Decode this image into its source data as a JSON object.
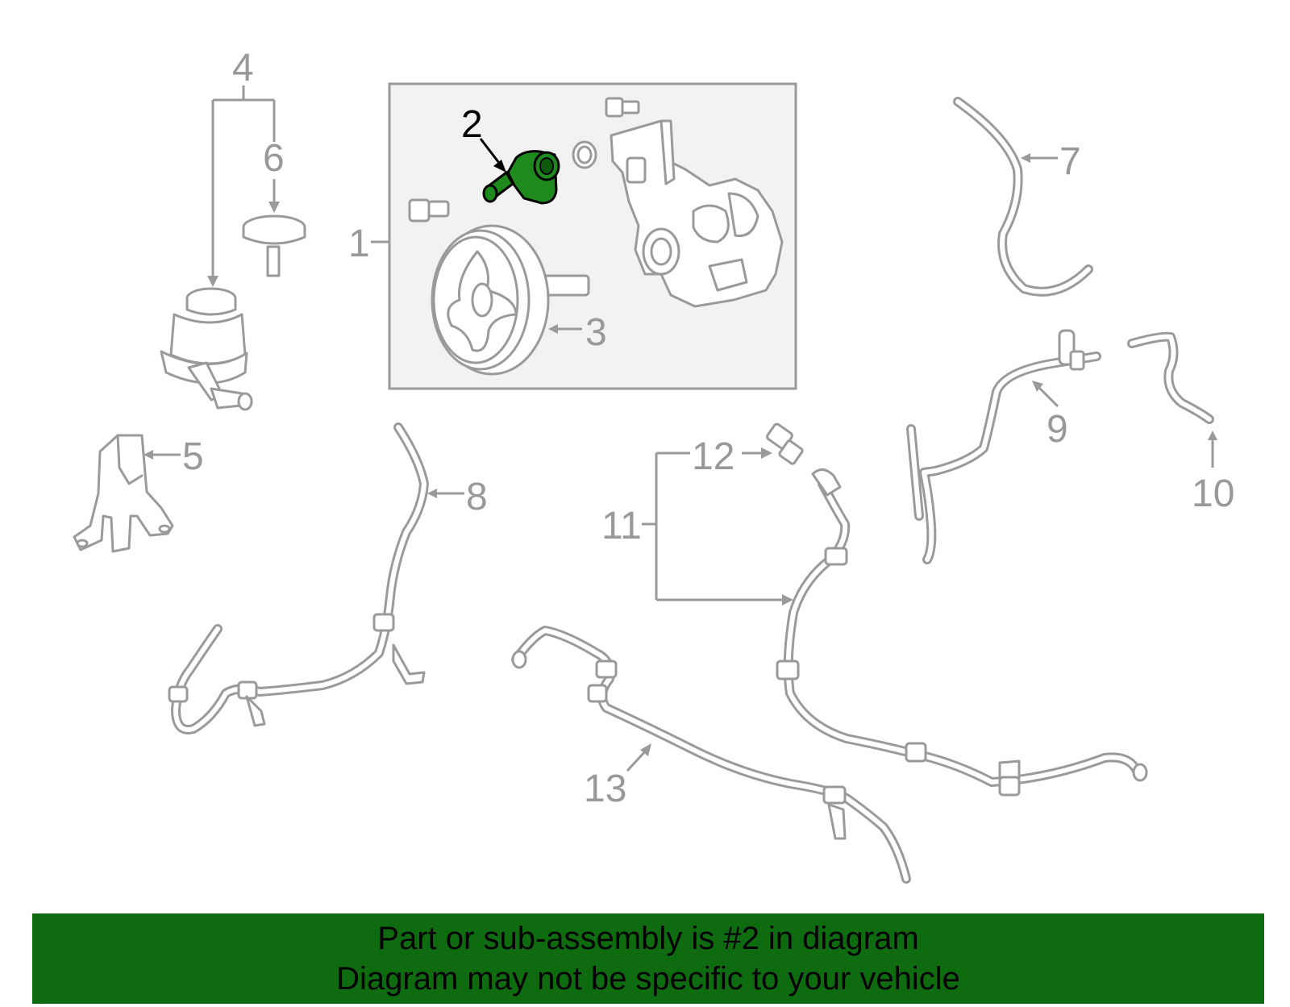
{
  "callouts": {
    "c1": "1",
    "c2": "2",
    "c3": "3",
    "c4": "4",
    "c5": "5",
    "c6": "6",
    "c7": "7",
    "c8": "8",
    "c9": "9",
    "c10": "10",
    "c11": "11",
    "c12": "12",
    "c13": "13"
  },
  "highlighted_part": "2",
  "colors": {
    "line": "#9a9a9a",
    "highlight_part": "#1e8a1e",
    "banner_bg": "#0f6b0f",
    "banner_text": "#000000"
  },
  "banner": {
    "line1": "Part or sub-assembly is #2 in diagram",
    "line2": "Diagram may not be specific to your vehicle"
  }
}
